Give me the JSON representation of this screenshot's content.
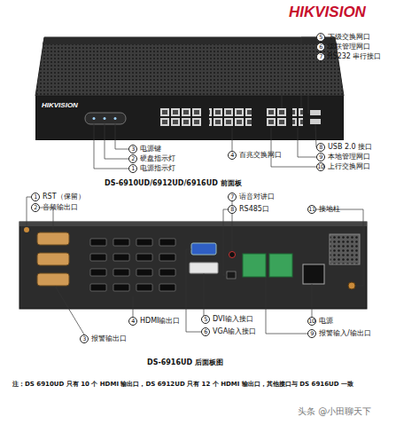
{
  "diagram": {
    "nodes": [
      {
        "text": [
          "HIKVISION"
        ]
      }
    ],
    "labels": [
      "HIKVISION",
      "5",
      "下级交换网口",
      "6",
      "级联管理网口",
      "7",
      "RS232 串行接口",
      "3",
      "电源键",
      "2",
      "硬盘指示灯",
      "1",
      "电源指示灯",
      "4",
      "百兆交换网口",
      "8",
      "USB 2.0 接口",
      "9",
      "本地管理网口",
      "10",
      "上行交换网口",
      "DS-6910UD/6912UD/6916UD 前面板",
      "1",
      "RST（保留）",
      "2",
      "音频输出口",
      "7",
      "语音对讲口",
      "8",
      "RS485口",
      "11",
      "接地柱",
      "4",
      "HDMI输出口",
      "5",
      "DVI输入接口",
      "6",
      "VGA输入接口",
      "3",
      "报警输出口",
      "10",
      "电源",
      "9",
      "报警输入/输出口",
      "DS-6916UD 后面板图",
      "注：DS 6910UD 只有 10 个 HDMI 输出口，DS 6912UD 只有 12 个 HDMI 输出口，其他接口与 DS 6916UD 一致",
      "头条 @小田聊天下"
    ]
  }
}
